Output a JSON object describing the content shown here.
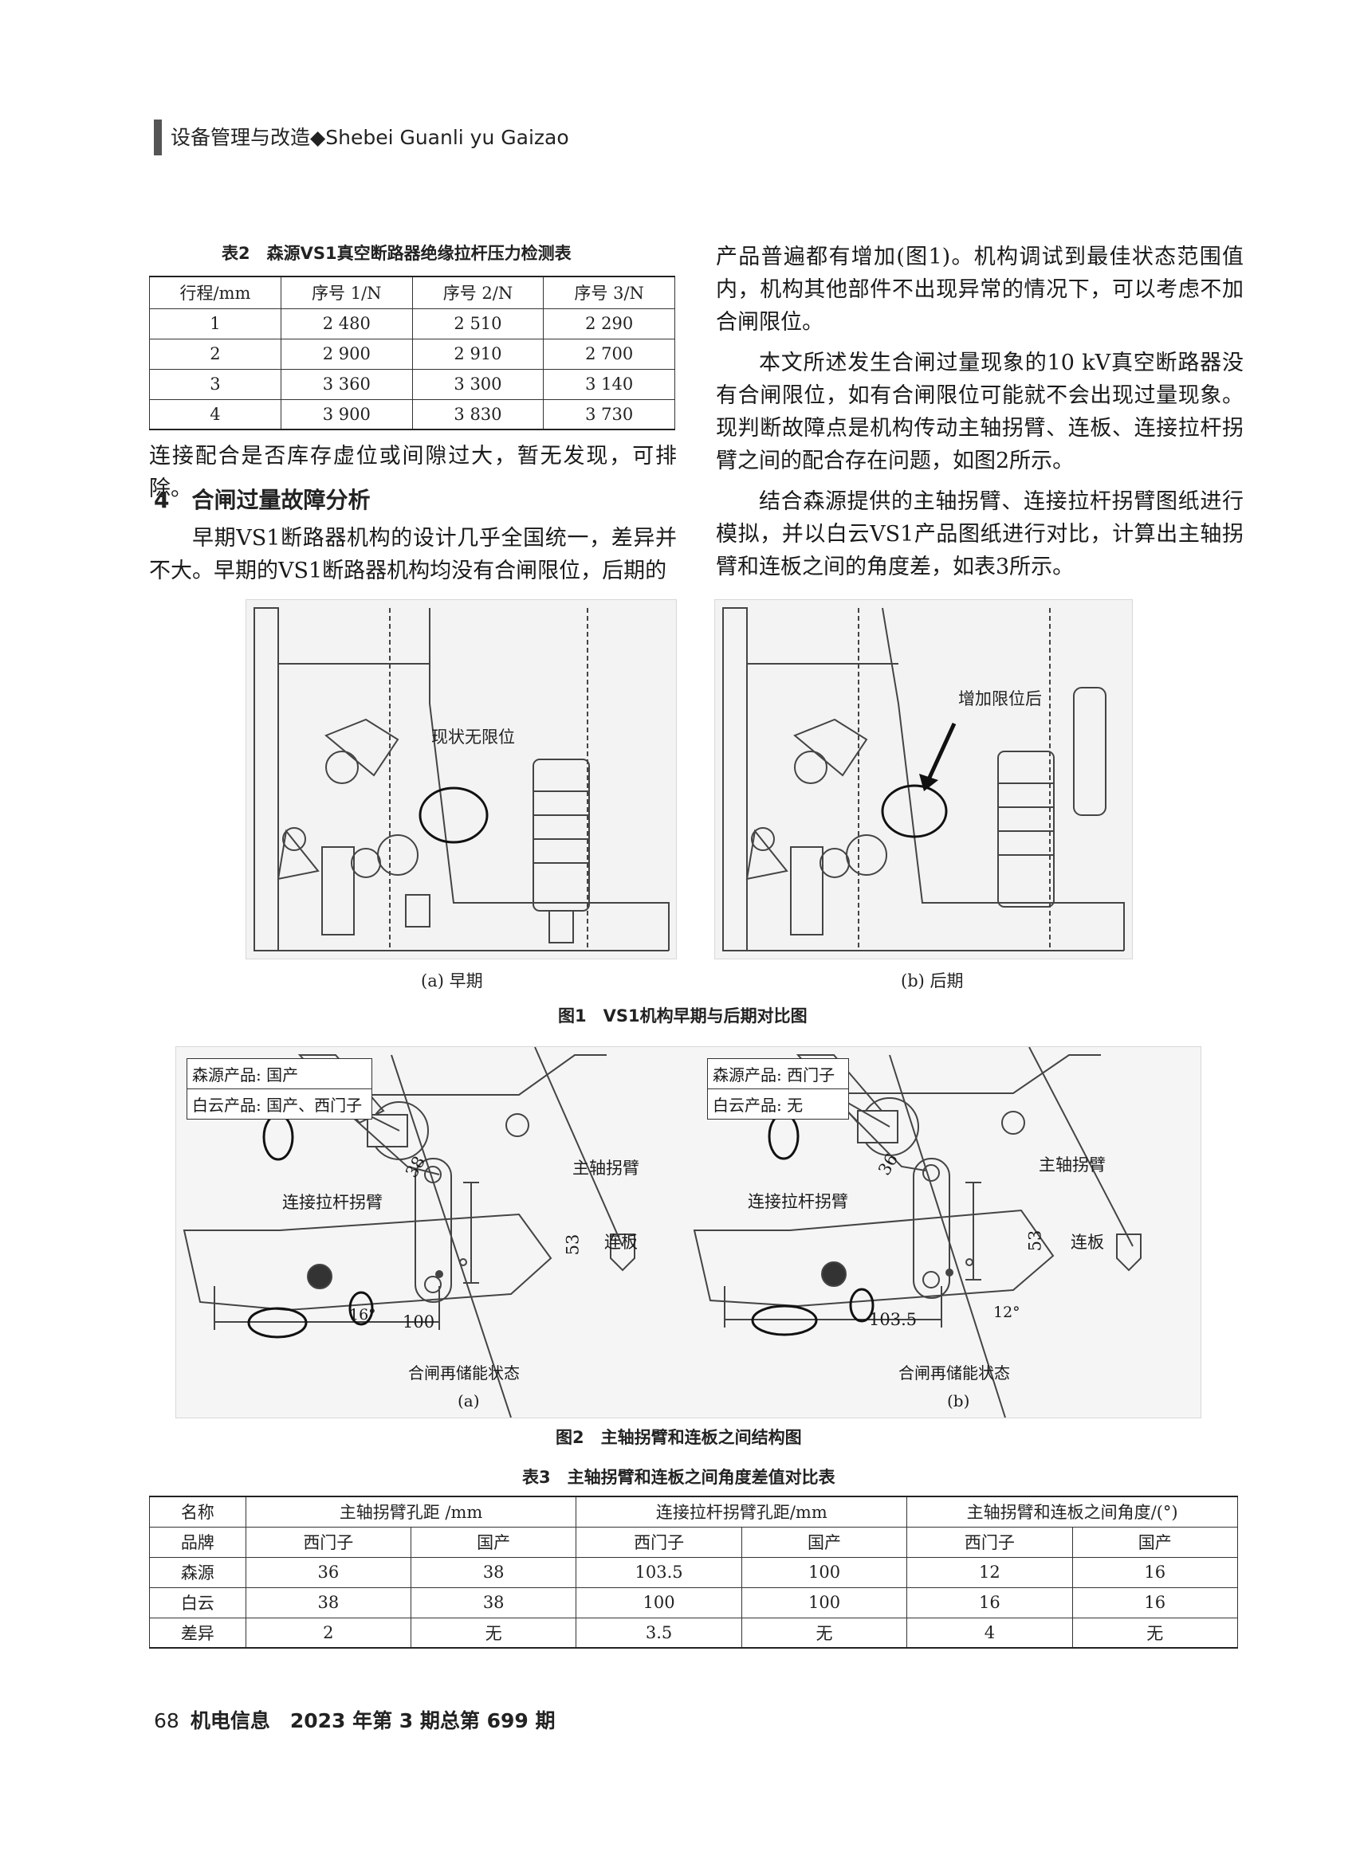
{
  "header": {
    "text": "设备管理与改造◆Shebei Guanli yu Gaizao"
  },
  "table2": {
    "caption": "表2　森源VS1真空断路器绝缘拉杆压力检测表",
    "headers": [
      "行程/mm",
      "序号 1/N",
      "序号 2/N",
      "序号 3/N"
    ],
    "rows": [
      [
        "1",
        "2 480",
        "2 510",
        "2 290"
      ],
      [
        "2",
        "2 900",
        "2 910",
        "2 700"
      ],
      [
        "3",
        "3 360",
        "3 300",
        "3 140"
      ],
      [
        "4",
        "3 900",
        "3 830",
        "3 730"
      ]
    ]
  },
  "left_col": {
    "p1": "连接配合是否库存虚位或间隙过大，暂无发现，可排除。",
    "section": "4　合闸过量故障分析",
    "p2": "早期VS1断路器机构的设计几乎全国统一，差异并不大。早期的VS1断路器机构均没有合闸限位，后期的"
  },
  "right_col": {
    "p1": "产品普遍都有增加(图1)。机构调试到最佳状态范围值内，机构其他部件不出现异常的情况下，可以考虑不加合闸限位。",
    "p2": "本文所述发生合闸过量现象的10 kV真空断路器没有合闸限位，如有合闸限位可能就不会出现过量现象。现判断故障点是机构传动主轴拐臂、连板、连接拉杆拐臂之间的配合存在问题，如图2所示。",
    "p3": "结合森源提供的主轴拐臂、连接拉杆拐臂图纸进行模拟，并以白云VS1产品图纸进行对比，计算出主轴拐臂和连板之间的角度差，如表3所示。"
  },
  "figure1": {
    "a_annotation": "现状无限位",
    "b_annotation": "增加限位后",
    "a_label": "(a) 早期",
    "b_label": "(b) 后期",
    "caption": "图1　VS1机构早期与后期对比图"
  },
  "figure2": {
    "a": {
      "box_line1": "森源产品: 国产",
      "box_line2": "白云产品: 国产、西门子",
      "dim_arm": "38",
      "dim_link": "53",
      "dim_rod": "100",
      "angle": "16°",
      "label_main_arm": "主轴拐臂",
      "label_rod_arm": "连接拉杆拐臂",
      "label_link": "连板",
      "state": "合闸再储能状态",
      "sub": "(a)"
    },
    "b": {
      "box_line1": "森源产品: 西门子",
      "box_line2": "白云产品: 无",
      "dim_arm": "36",
      "dim_link": "53",
      "dim_rod": "103.5",
      "angle": "12°",
      "label_main_arm": "主轴拐臂",
      "label_rod_arm": "连接拉杆拐臂",
      "label_link": "连板",
      "state": "合闸再储能状态",
      "sub": "(b)"
    },
    "caption": "图2　主轴拐臂和连板之间结构图"
  },
  "table3": {
    "caption": "表3　主轴拐臂和连板之间角度差值对比表",
    "header_row": [
      "名称",
      "主轴拐臂孔距 /mm",
      "连接拉杆拐臂孔距/mm",
      "主轴拐臂和连板之间角度/(°)"
    ],
    "brand_row": [
      "品牌",
      "西门子",
      "国产",
      "西门子",
      "国产",
      "西门子",
      "国产"
    ],
    "rows": [
      [
        "森源",
        "36",
        "38",
        "103.5",
        "100",
        "12",
        "16"
      ],
      [
        "白云",
        "38",
        "38",
        "100",
        "100",
        "16",
        "16"
      ],
      [
        "差异",
        "2",
        "无",
        "3.5",
        "无",
        "4",
        "无"
      ]
    ]
  },
  "footer": {
    "page": "68",
    "journal": "机电信息　2023 年第 3 期总第 699 期"
  }
}
